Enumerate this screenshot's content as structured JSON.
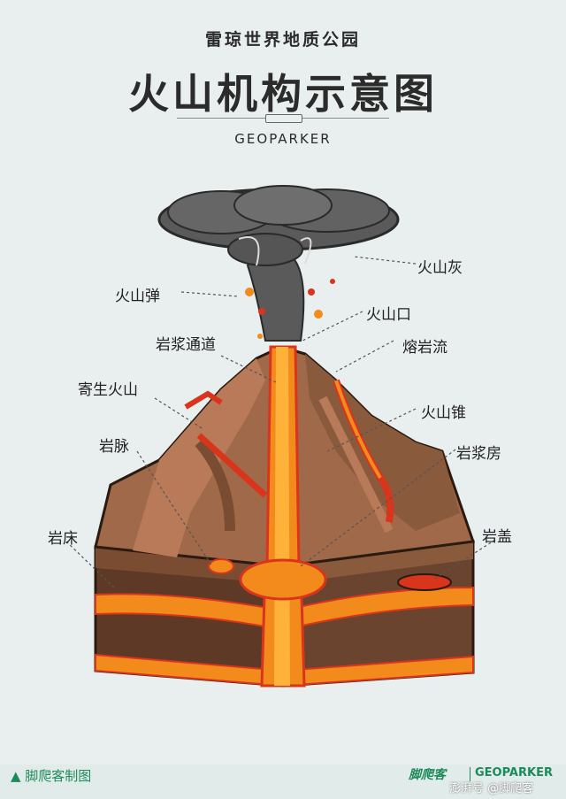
{
  "header": {
    "park_name": "雷琼世界地质公园",
    "title": "火山机构示意图",
    "brand": "GEOPARKER"
  },
  "labels": {
    "ash": "火山灰",
    "bomb": "火山弹",
    "crater": "火山口",
    "conduit": "岩浆通道",
    "lava_flow": "熔岩流",
    "parasitic_cone": "寄生火山",
    "cone": "火山锥",
    "dike": "岩脉",
    "chamber": "岩浆房",
    "sill": "岩床",
    "laccolith": "岩盖"
  },
  "footer": {
    "credit": "▲ 脚爬客制图",
    "logo_text": "脚爬客",
    "logo_brand": "GEOPARKER",
    "watermark": "澎湃号 @脚爬客"
  },
  "colors": {
    "background": "#e9eeee",
    "rock_brown": "#8a5a3c",
    "rock_dark": "#5e3a26",
    "lava_orange": "#f28a1c",
    "lava_red": "#d9341c",
    "ash_gray": "#5a5a5a",
    "brand_green": "#1d8a5a"
  }
}
